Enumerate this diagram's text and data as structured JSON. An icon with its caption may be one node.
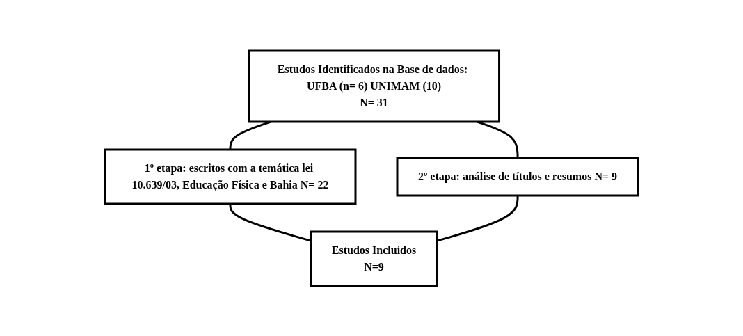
{
  "diagram": {
    "nodes": [
      {
        "text": [
          "Estudos Identificados na Base de dados: UFBA (n= 6) UNIMAM (10)",
          "N= 31"
        ]
      },
      {
        "text": [
          "1º etapa: escritos com a temática lei 10.639/03, Educação Física e Bahia N= 22"
        ]
      },
      {
        "text": [
          "2º etapa: análise de títulos e resumos N= 9"
        ]
      },
      {
        "text": [
          "Estudos Incluídos",
          "N=9"
        ]
      }
    ],
    "edges": [
      {
        "from": 0,
        "to": 1,
        "arrow": "none"
      },
      {
        "from": 0,
        "to": 2,
        "arrow": "none"
      },
      {
        "from": 1,
        "to": 3,
        "arrow": "none"
      },
      {
        "from": 2,
        "to": 3,
        "arrow": "none"
      }
    ]
  }
}
